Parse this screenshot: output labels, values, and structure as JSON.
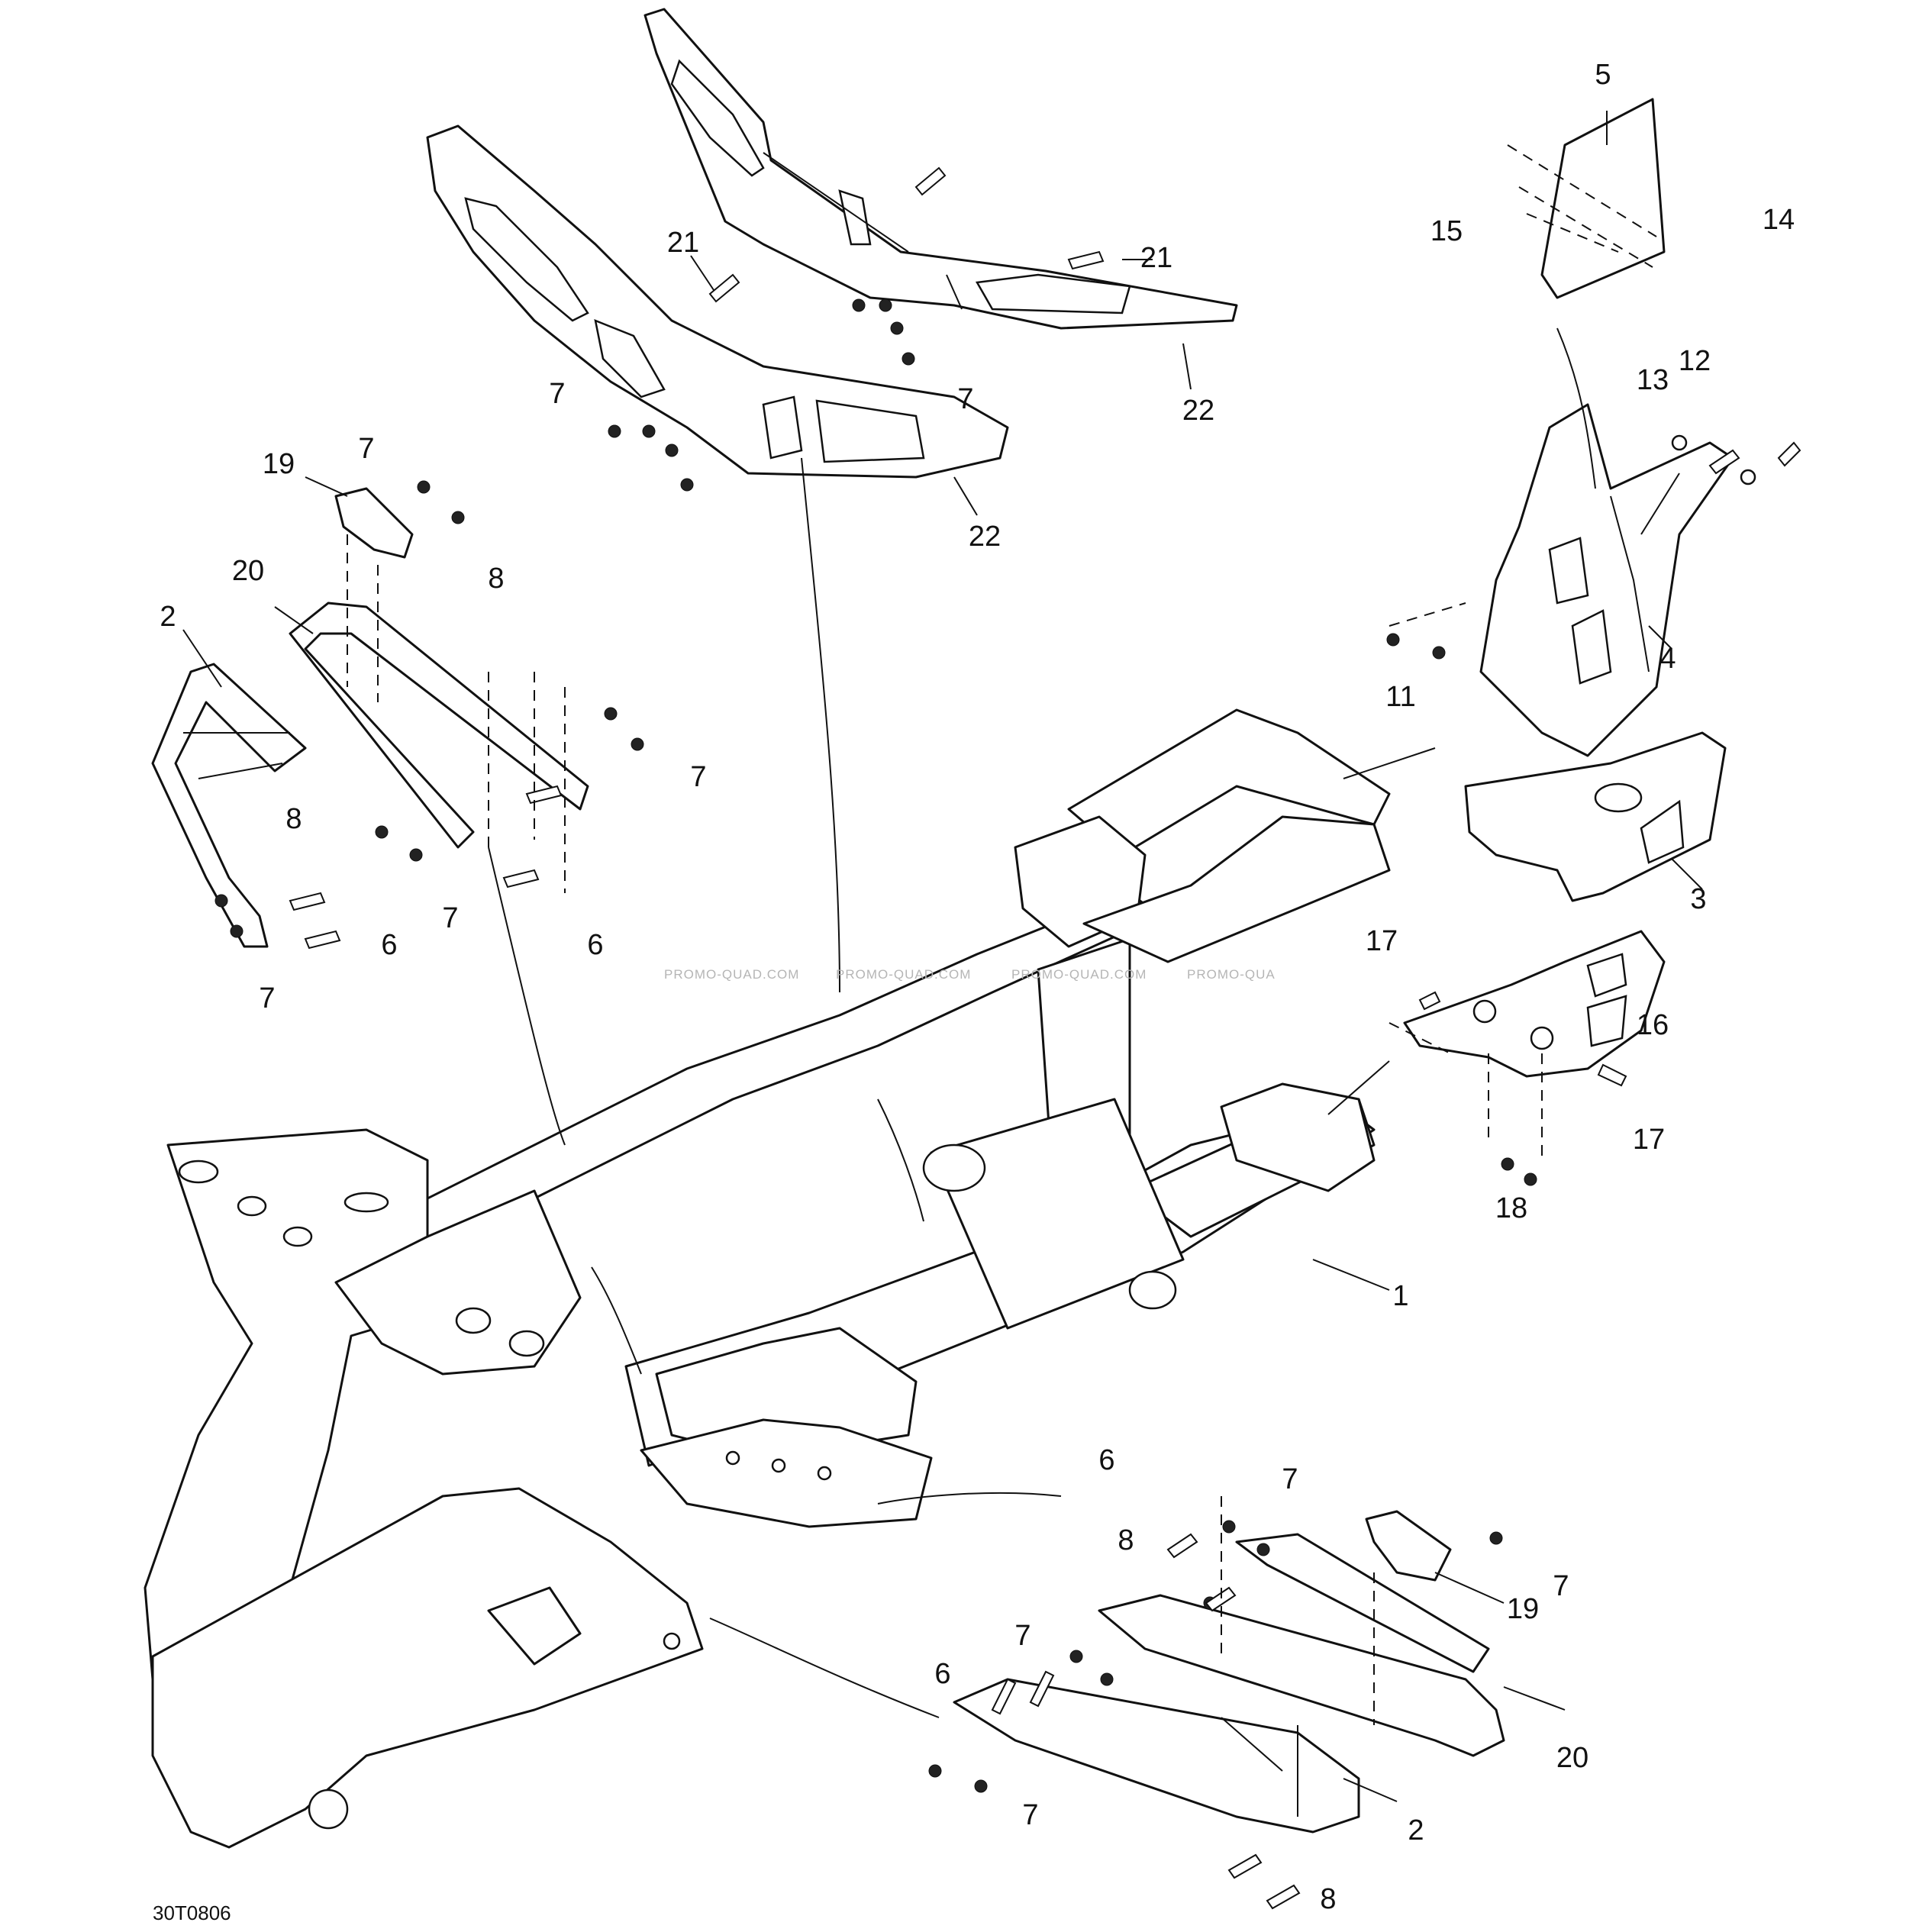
{
  "diagram": {
    "code": "30T0806",
    "watermarks": [
      "PROMO-QUAD.COM",
      "PROMO-QUAD.COM",
      "PROMO-QUAD.COM",
      "PROMO-QUA"
    ],
    "callouts": [
      "1",
      "2",
      "3",
      "4",
      "5",
      "6",
      "7",
      "8",
      "11",
      "12",
      "13",
      "14",
      "15",
      "16",
      "17",
      "18",
      "19",
      "20",
      "21",
      "22"
    ],
    "labels": {
      "l1": "1",
      "l2a": "2",
      "l2b": "2",
      "l3": "3",
      "l4": "4",
      "l5": "5",
      "l6a": "6",
      "l6b": "6",
      "l6c": "6",
      "l6d": "6",
      "l7a": "7",
      "l7b": "7",
      "l7c": "7",
      "l7d": "7",
      "l7e": "7",
      "l7f": "7",
      "l7g": "7",
      "l7h": "7",
      "l7i": "7",
      "l7j": "7",
      "l8a": "8",
      "l8b": "8",
      "l8c": "8",
      "l8d": "8",
      "l11": "11",
      "l12": "12",
      "l13": "13",
      "l14": "14",
      "l15": "15",
      "l16": "16",
      "l17a": "17",
      "l17b": "17",
      "l18": "18",
      "l19a": "19",
      "l19b": "19",
      "l20a": "20",
      "l20b": "20",
      "l21a": "21",
      "l21b": "21",
      "l22a": "22",
      "l22b": "22"
    }
  }
}
